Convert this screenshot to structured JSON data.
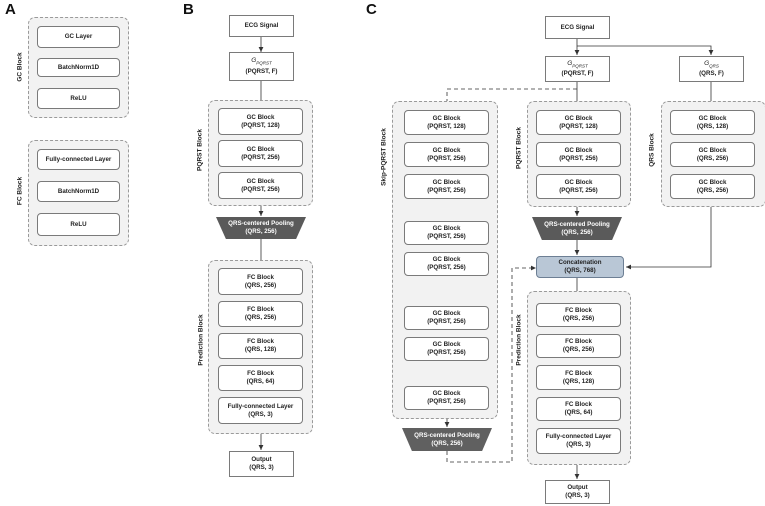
{
  "panels": {
    "a": "A",
    "b": "B",
    "c": "C"
  },
  "colors": {
    "group_fill": "#f2f2f2",
    "pool_fill": "#5a5a5a",
    "concat_fill": "#b9c7d6",
    "line": "#333333"
  },
  "panel_a": {
    "gc_block": {
      "label": "GC Block",
      "items": [
        "GC Layer",
        "BatchNorm1D",
        "ReLU"
      ]
    },
    "fc_block": {
      "label": "FC Block",
      "items": [
        "Fully-connected Layer",
        "BatchNorm1D",
        "ReLU"
      ]
    }
  },
  "panel_b": {
    "ecg": "ECG Signal",
    "g_main": "G",
    "g_sub": "PQRST",
    "g_shape": "(PQRST, F)",
    "pqrst_group": "PQRST Block",
    "gc": [
      {
        "title": "GC Block",
        "shape": "(PQRST, 128)"
      },
      {
        "title": "GC Block",
        "shape": "(PQRST, 256)"
      },
      {
        "title": "GC Block",
        "shape": "(PQRST, 256)"
      }
    ],
    "pool": {
      "title": "QRS-centered Pooling",
      "shape": "(QRS, 256)"
    },
    "pred_group": "Prediction Block",
    "fc": [
      {
        "title": "FC Block",
        "shape": "(QRS, 256)"
      },
      {
        "title": "FC Block",
        "shape": "(QRS, 256)"
      },
      {
        "title": "FC Block",
        "shape": "(QRS, 128)"
      },
      {
        "title": "FC Block",
        "shape": "(QRS, 64)"
      },
      {
        "title": "Fully-connected Layer",
        "shape": "(QRS, 3)"
      }
    ],
    "output": {
      "title": "Output",
      "shape": "(QRS, 3)"
    }
  },
  "panel_c": {
    "ecg": "ECG Signal",
    "g_pqrst": {
      "main": "G",
      "sub": "PQRST",
      "shape": "(PQRST, F)"
    },
    "g_qrs": {
      "main": "G",
      "sub": "QRS",
      "shape": "(QRS, F)"
    },
    "skip_group": "Skip-PQRST Block",
    "skip_gc": [
      {
        "title": "GC Block",
        "shape": "(PQRST, 128)"
      },
      {
        "title": "GC Block",
        "shape": "(PQRST, 256)"
      },
      {
        "title": "GC Block",
        "shape": "(PQRST, 256)"
      },
      {
        "title": "GC Block",
        "shape": "(PQRST, 256)"
      },
      {
        "title": "GC Block",
        "shape": "(PQRST, 256)"
      },
      {
        "title": "GC Block",
        "shape": "(PQRST, 256)"
      },
      {
        "title": "GC Block",
        "shape": "(PQRST, 256)"
      },
      {
        "title": "GC Block",
        "shape": "(PQRST, 256)"
      }
    ],
    "skip_pool": {
      "title": "QRS-centered Pooling",
      "shape": "(QRS, 256)"
    },
    "pqrst_group": "PQRST Block",
    "pqrst_gc": [
      {
        "title": "GC Block",
        "shape": "(PQRST, 128)"
      },
      {
        "title": "GC Block",
        "shape": "(PQRST, 256)"
      },
      {
        "title": "GC Block",
        "shape": "(PQRST, 256)"
      }
    ],
    "pqrst_pool": {
      "title": "QRS-centered Pooling",
      "shape": "(QRS, 256)"
    },
    "qrs_group": "QRS Block",
    "qrs_gc": [
      {
        "title": "GC Block",
        "shape": "(QRS, 128)"
      },
      {
        "title": "GC Block",
        "shape": "(QRS, 256)"
      },
      {
        "title": "GC Block",
        "shape": "(QRS, 256)"
      }
    ],
    "concat": {
      "title": "Concatenation",
      "shape": "(QRS, 768)"
    },
    "pred_group": "Prediction Block",
    "fc": [
      {
        "title": "FC Block",
        "shape": "(QRS, 256)"
      },
      {
        "title": "FC Block",
        "shape": "(QRS, 256)"
      },
      {
        "title": "FC Block",
        "shape": "(QRS, 128)"
      },
      {
        "title": "FC Block",
        "shape": "(QRS, 64)"
      },
      {
        "title": "Fully-connected Layer",
        "shape": "(QRS, 3)"
      }
    ],
    "output": {
      "title": "Output",
      "shape": "(QRS, 3)"
    }
  }
}
